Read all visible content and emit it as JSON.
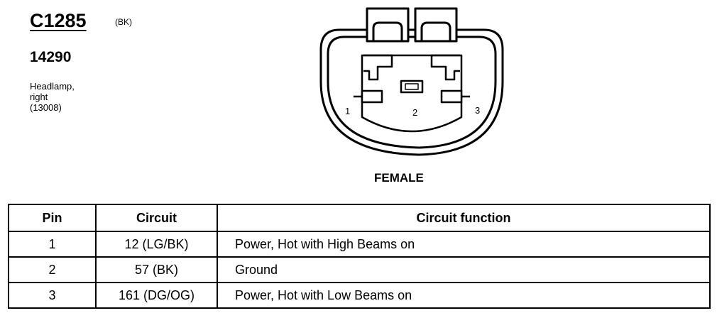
{
  "connector": {
    "id": "C1285",
    "color": "(BK)",
    "part_number": "14290",
    "description": "Headlamp, right (13008)",
    "gender": "FEMALE",
    "pin_labels": [
      "1",
      "2",
      "3"
    ]
  },
  "pin_table": {
    "headers": [
      "Pin",
      "Circuit",
      "Circuit function"
    ],
    "rows": [
      {
        "pin": "1",
        "circuit": "12 (LG/BK)",
        "function": "Power, Hot with High Beams on"
      },
      {
        "pin": "2",
        "circuit": "57 (BK)",
        "function": "Ground"
      },
      {
        "pin": "3",
        "circuit": "161 (DG/OG)",
        "function": "Power, Hot with Low Beams on"
      }
    ]
  }
}
